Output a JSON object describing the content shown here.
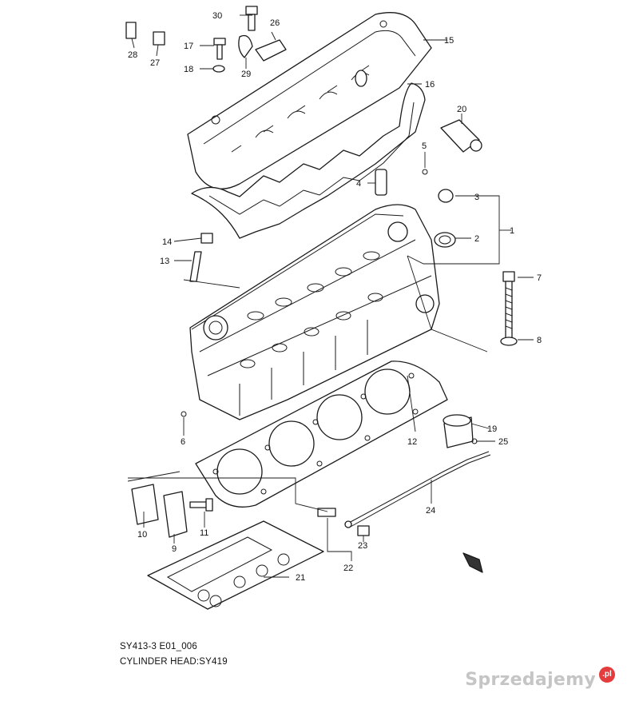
{
  "diagram": {
    "callouts": [
      "1",
      "2",
      "3",
      "4",
      "5",
      "6",
      "7",
      "8",
      "9",
      "10",
      "11",
      "12",
      "13",
      "14",
      "15",
      "16",
      "17",
      "18",
      "19",
      "20",
      "21",
      "22",
      "23",
      "24",
      "25",
      "26",
      "27",
      "28",
      "29",
      "30"
    ],
    "caption_code": "SY413-3 E01_006",
    "caption_title": "CYLINDER HEAD:SY419"
  },
  "watermark": {
    "text": "Sprzedajemy",
    "logo_text": ".pl"
  }
}
